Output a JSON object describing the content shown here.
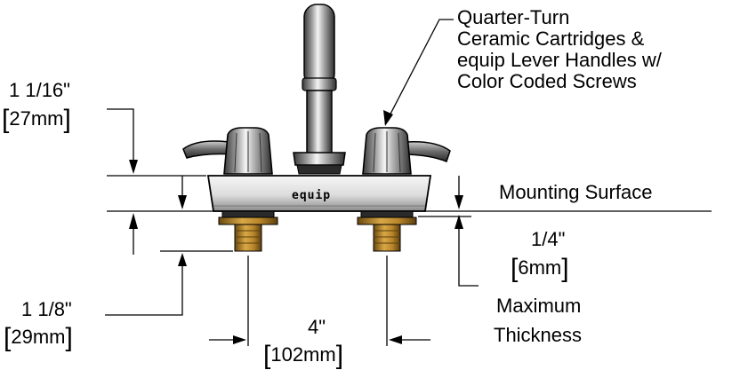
{
  "callout": {
    "lines": [
      "Quarter-Turn",
      "Ceramic Cartridges &",
      "equip Lever Handles w/",
      "Color Coded Screws"
    ]
  },
  "dims": {
    "height_above": {
      "imperial": "1 1/16\"",
      "metric": "27mm"
    },
    "shank": {
      "imperial": "1 1/8\"",
      "metric": "29mm"
    },
    "centers": {
      "imperial": "4\"",
      "metric": "102mm"
    },
    "thickness": {
      "imperial": "1/4\"",
      "metric": "6mm",
      "caption_1": "Maximum",
      "caption_2": "Thickness"
    }
  },
  "mounting_surface": "Mounting Surface",
  "brand": "equip",
  "colors": {
    "line": "#000000",
    "chrome_dark": "#444444",
    "chrome_light": "#f2f2f2",
    "brass": "#b8862b"
  }
}
